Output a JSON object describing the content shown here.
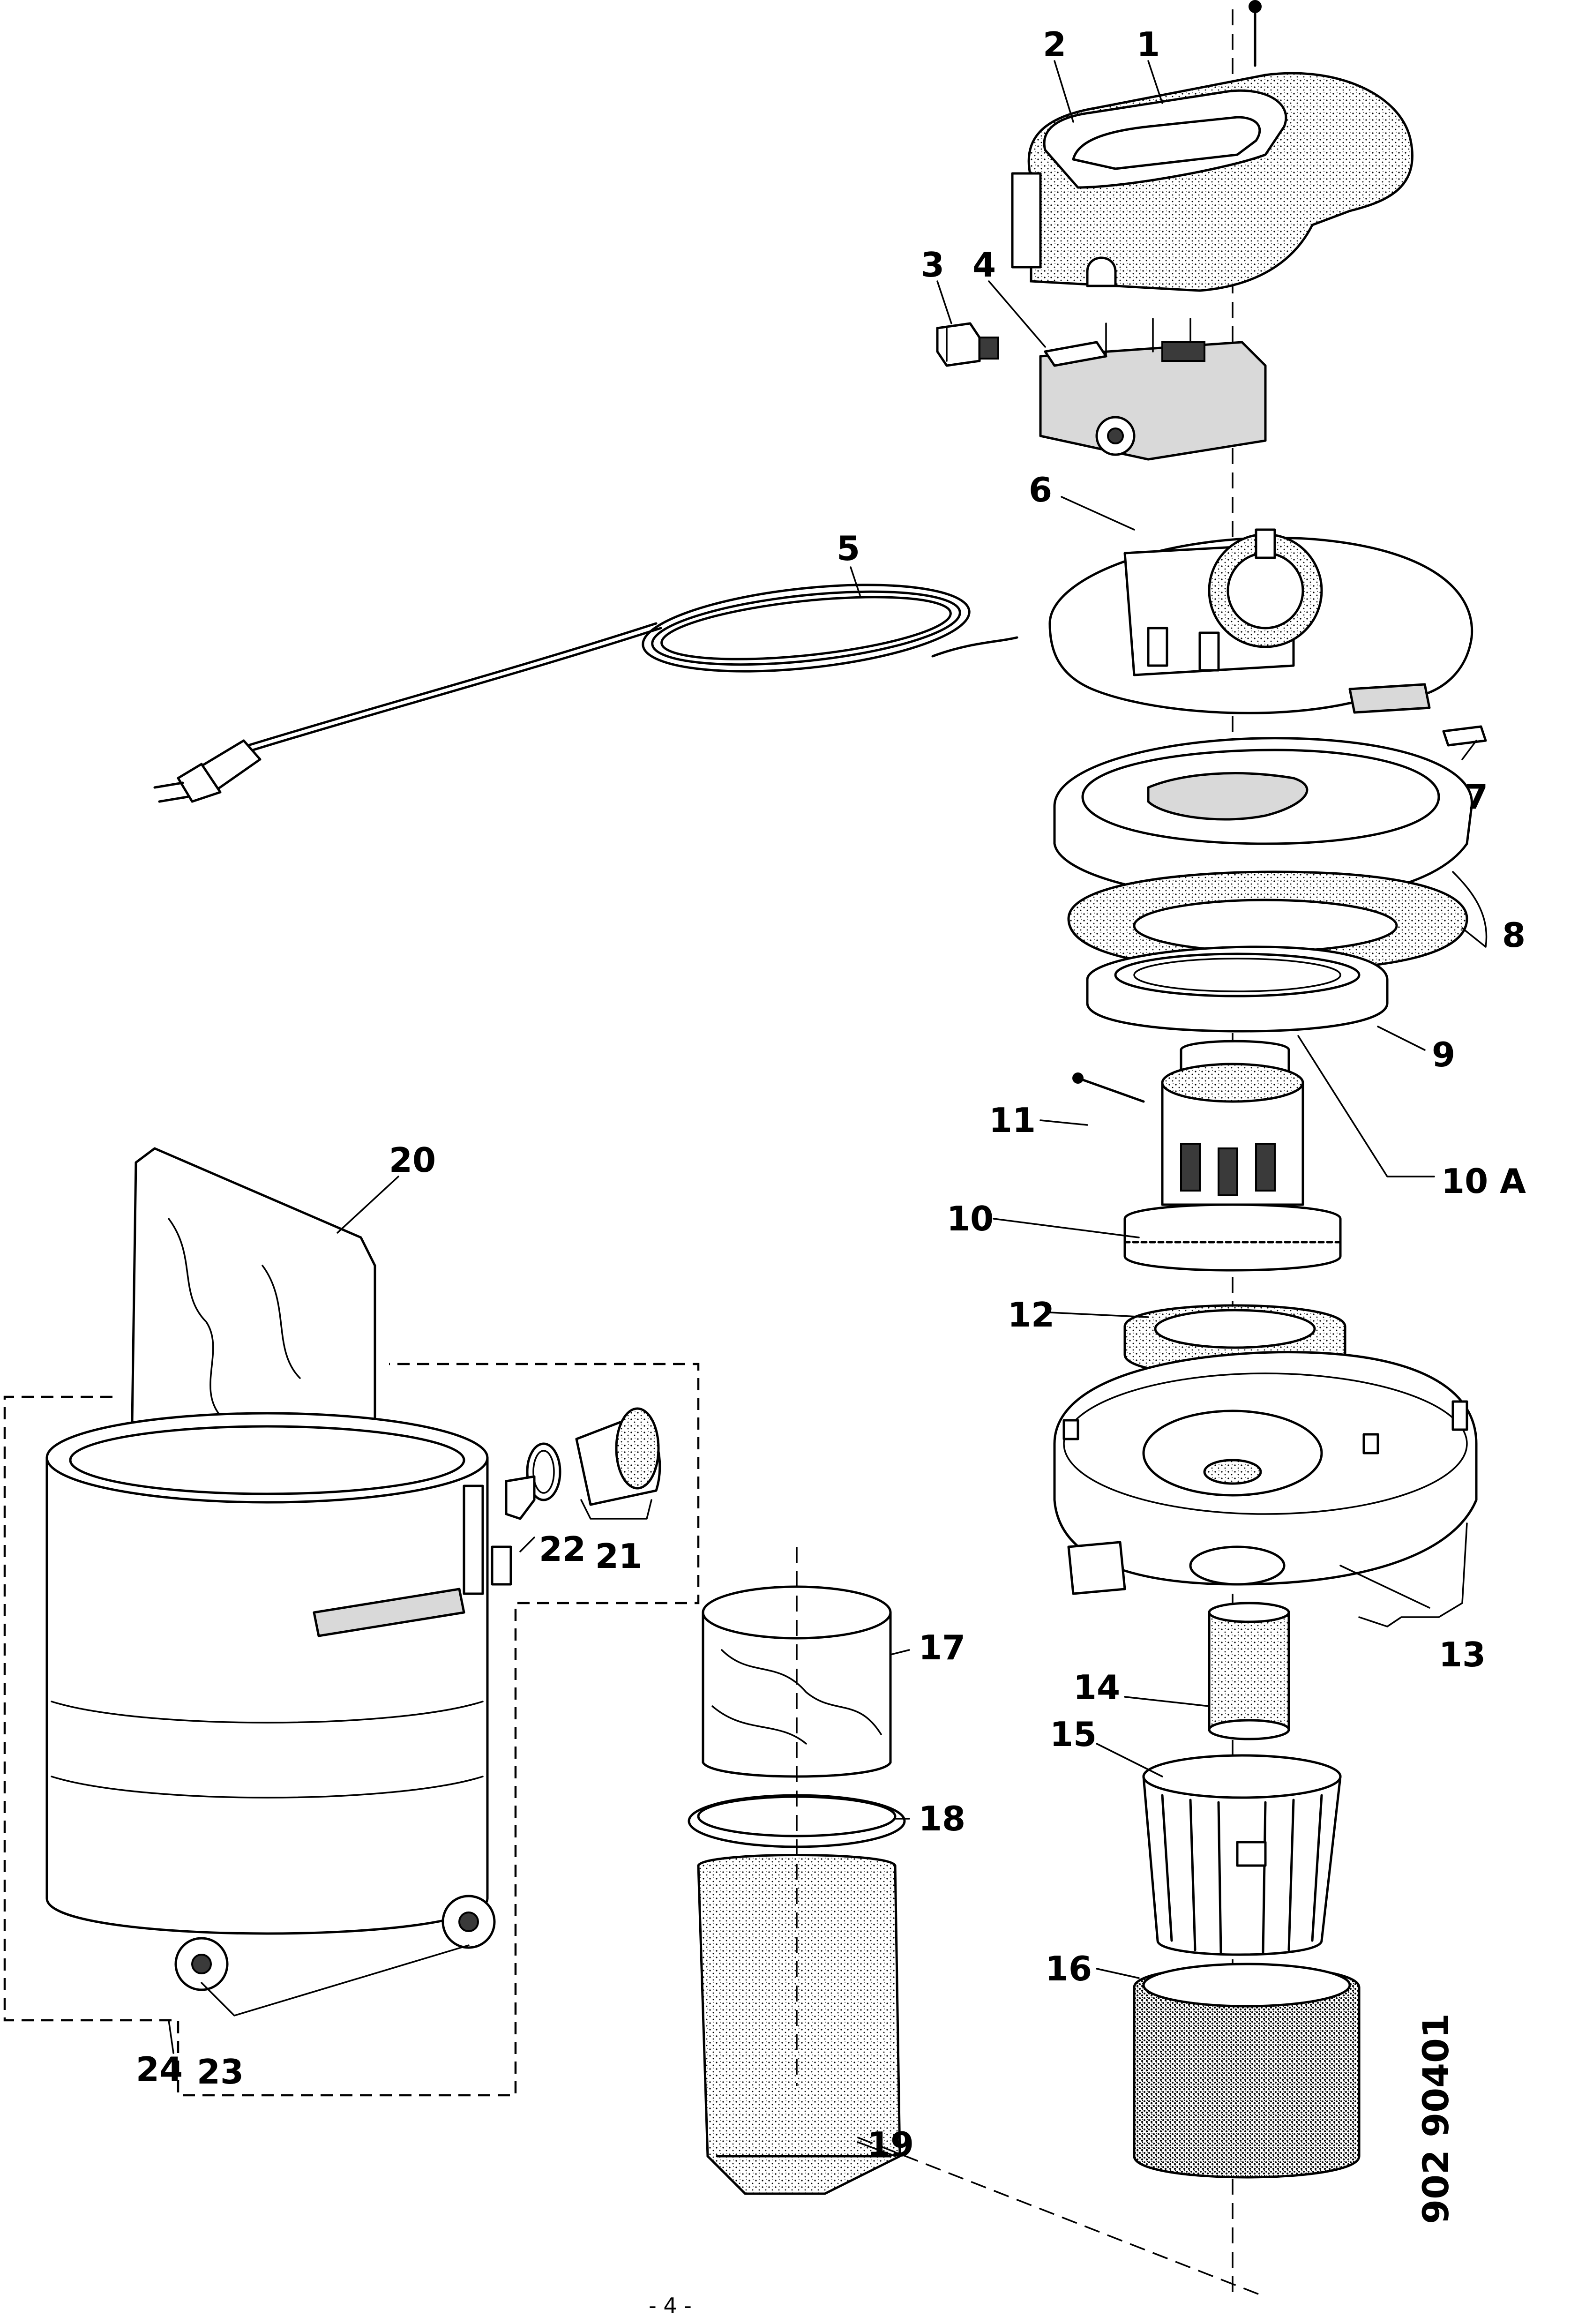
{
  "diagram": {
    "kind": "exploded parts view",
    "callouts": {
      "p1": "1",
      "p2": "2",
      "p3": "3",
      "p4": "4",
      "p5": "5",
      "p6": "6",
      "p7": "7",
      "p8": "8",
      "p9": "9",
      "p10": "10",
      "p10a": "10 A",
      "p11": "11",
      "p12": "12",
      "p13": "13",
      "p14": "14",
      "p15": "15",
      "p16": "16",
      "p17": "17",
      "p18": "18",
      "p19": "19",
      "p20": "20",
      "p21": "21",
      "p22": "22",
      "p23": "23",
      "p24": "24"
    },
    "drawing_number": "902 90401",
    "page_number": "- 4 -"
  }
}
